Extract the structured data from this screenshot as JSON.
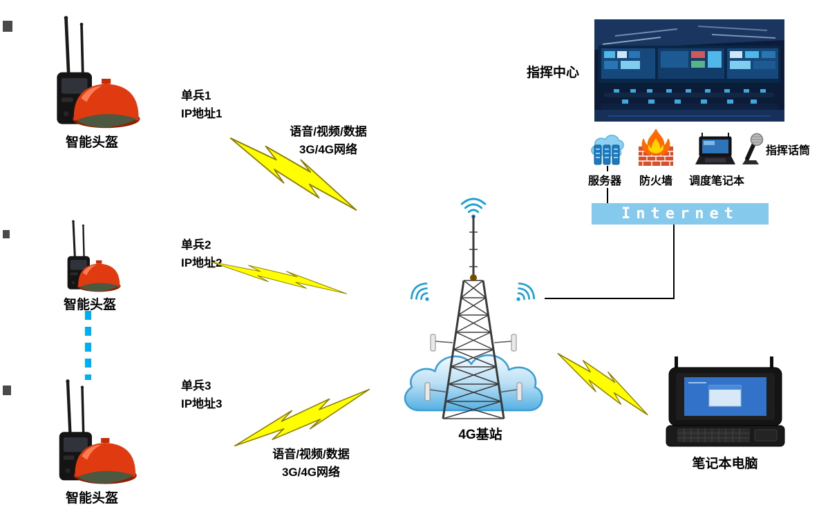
{
  "helmets": [
    {
      "label": "智能头盔"
    },
    {
      "label": "智能头盔"
    },
    {
      "label": "智能头盔"
    }
  ],
  "soldiers": [
    {
      "name": "单兵1",
      "ip": "IP地址1"
    },
    {
      "name": "单兵2",
      "ip": "IP地址2"
    },
    {
      "name": "单兵3",
      "ip": "IP地址3"
    }
  ],
  "wireless_links": [
    {
      "line1": "语音/视频/数据",
      "line2": "3G/4G网络"
    },
    {
      "line1": "语音/视频/数据",
      "line2": "3G/4G网络"
    }
  ],
  "base_station": {
    "label": "4G基站"
  },
  "command_center": {
    "label": "指挥中心",
    "devices": {
      "server": "服务器",
      "firewall": "防火墙",
      "dispatch_laptop": "调度笔记本",
      "microphone": "指挥话筒"
    },
    "internet": "Internet"
  },
  "field_laptop": {
    "label": "笔记本电脑"
  },
  "colors": {
    "lightning_bolt": "#ffff00",
    "internet_bar": "#85c9ec",
    "continuation_dots": "#00aeef",
    "wifi": "#1d9fd6"
  }
}
